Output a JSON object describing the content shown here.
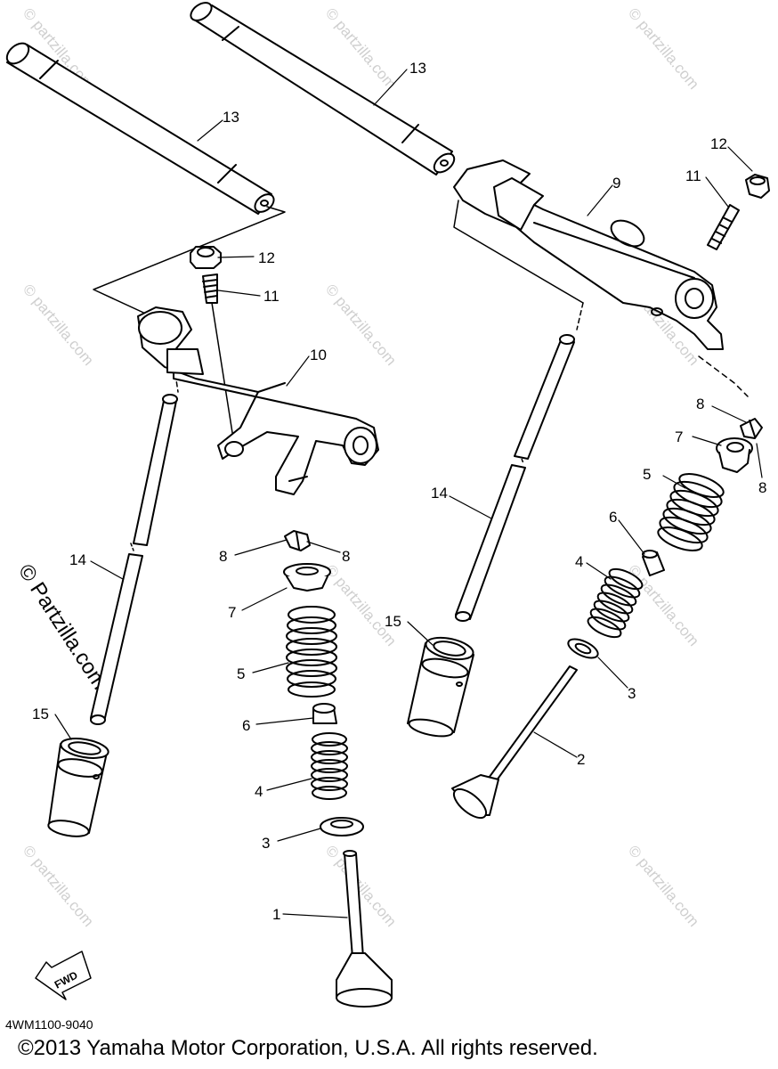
{
  "watermark": {
    "small": "© partzilla.com",
    "large": "© Partzilla.com"
  },
  "diagram_code": "4WM1100-9040",
  "copyright": "©2013  Yamaha Motor Corporation, U.S.A. All rights reserved.",
  "fwd_label": "FWD",
  "callouts": {
    "c1": "1",
    "c2": "2",
    "c3a": "3",
    "c3b": "3",
    "c4a": "4",
    "c4b": "4",
    "c5a": "5",
    "c5b": "5",
    "c6a": "6",
    "c6b": "6",
    "c7a": "7",
    "c7b": "7",
    "c8a": "8",
    "c8b": "8",
    "c8c": "8",
    "c8d": "8",
    "c9": "9",
    "c10": "10",
    "c11a": "11",
    "c11b": "11",
    "c12a": "12",
    "c12b": "12",
    "c13a": "13",
    "c13b": "13",
    "c14a": "14",
    "c14b": "14",
    "c15a": "15",
    "c15b": "15"
  }
}
